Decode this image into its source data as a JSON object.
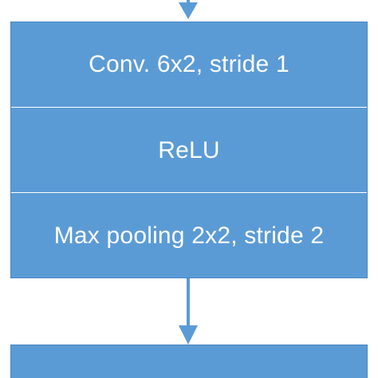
{
  "layers": [
    {
      "label": "Conv. 6x2, stride 1"
    },
    {
      "label": "ReLU"
    },
    {
      "label": "Max pooling 2x2, stride 2"
    }
  ],
  "colors": {
    "block_fill": "#5b9bd5",
    "block_border": "#4a87c2",
    "arrow": "#5b9bd5",
    "text": "#ffffff",
    "background": "#ffffff"
  }
}
